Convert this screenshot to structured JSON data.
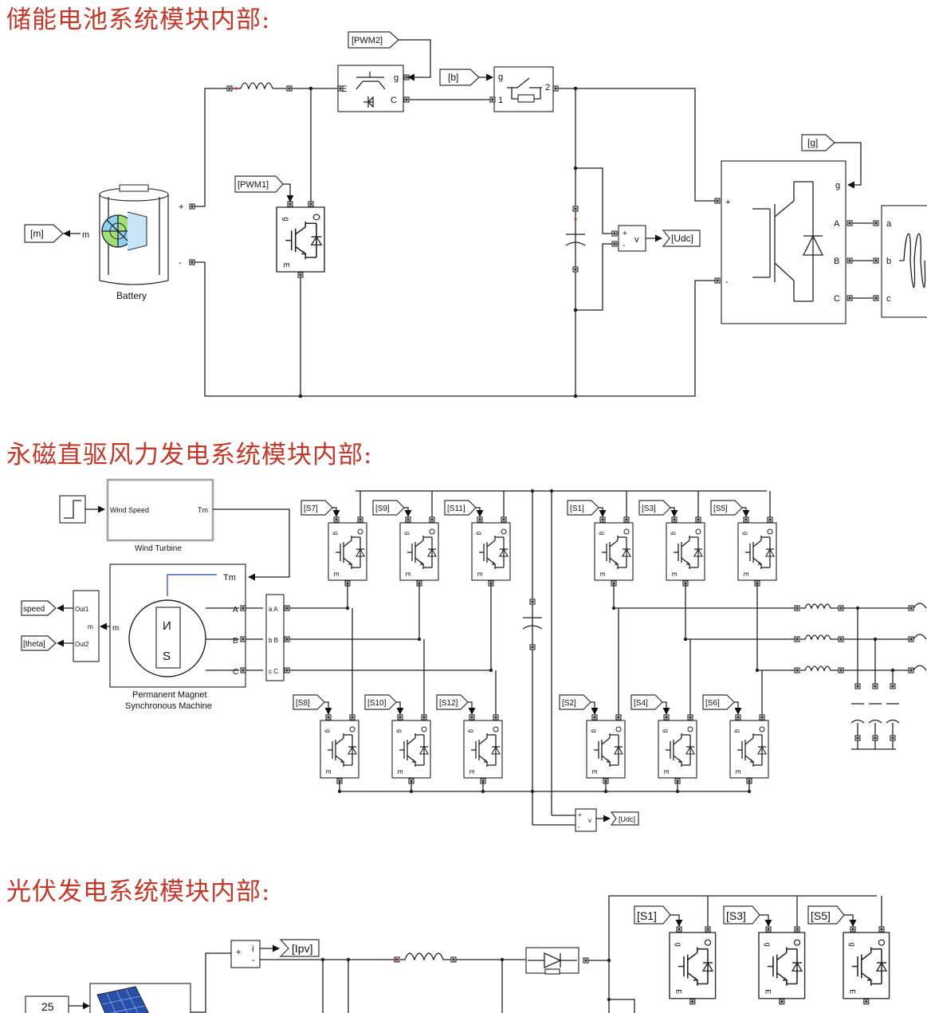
{
  "headings": {
    "battery": "储能电池系统模块内部:",
    "wind": "永磁直驱风力发电系统模块内部:",
    "pv": "光伏发电系统模块内部:"
  },
  "battery_section": {
    "goto_pwm2": "[PWM2]",
    "goto_pwm1": "[PWM1]",
    "goto_b": "[b]",
    "goto_g": "[g]",
    "goto_m": "[m]",
    "goto_udc": "[Udc]",
    "battery_label": "Battery",
    "battery_port_m": "m",
    "battery_plus": "+",
    "battery_minus": "-",
    "igbt_top_ports": {
      "g": "g",
      "e": "E",
      "c": "C"
    },
    "breaker_ports": {
      "g": "g",
      "one": "1",
      "two": "2"
    },
    "vmeter_plus": "+",
    "vmeter_minus": "-",
    "vmeter_v": "v",
    "bridge_ports": {
      "g": "g",
      "a": "A",
      "b": "B",
      "c": "C",
      "plus": "+",
      "minus": "-"
    },
    "load_ports": {
      "a": "a",
      "b": "b",
      "c": "c"
    }
  },
  "wind_section": {
    "wind_speed_label": "Wind Speed",
    "tm_label": "Tm",
    "turbine_label": "Wind Turbine",
    "machine_tm": "Tm",
    "machine_m": "m",
    "machine_a": "A",
    "machine_b": "B",
    "machine_c": "C",
    "machine_label_line1": "Permanent Magnet",
    "machine_label_line2": "Synchronous Machine",
    "demux_out1": "Out1",
    "demux_out2": "Out2",
    "demux_m": "m",
    "goto_speed": "speed",
    "goto_theta": "[theta]",
    "conn_ports": [
      "a A",
      "b B",
      "c C"
    ],
    "top_switch_tags": [
      "[S7]",
      "[S9]",
      "[S11]",
      "[S1]",
      "[S3]",
      "[S5]"
    ],
    "bottom_switch_tags": [
      "[S8]",
      "[S10]",
      "[S12]",
      "[S2]",
      "[S4]",
      "[S6]"
    ],
    "goto_udc": "[Udc]",
    "vmeter_v": "v"
  },
  "pv_section": {
    "constant_value": "25",
    "sum_plus": "+",
    "sum_i": "i",
    "goto_ipv": "[Ipv]",
    "switch_tags": [
      "[S1]",
      "[S3]",
      "[S5]"
    ]
  }
}
